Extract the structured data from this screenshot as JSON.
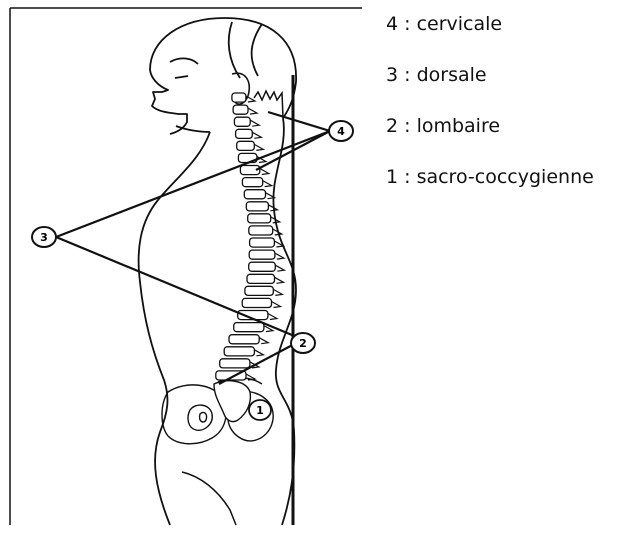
{
  "legend": [
    {
      "number": "4",
      "label": "4 : cervicale"
    },
    {
      "number": "3",
      "label": "3 : dorsale"
    },
    {
      "number": "2",
      "label": "2 : lombaire"
    },
    {
      "number": "1",
      "label": "1 : sacro-coccygienne"
    }
  ],
  "callouts": {
    "c4": "4",
    "c3": "3",
    "c2": "2",
    "c1": "1"
  },
  "colors": {
    "ink": "#111111",
    "background": "#ffffff"
  }
}
